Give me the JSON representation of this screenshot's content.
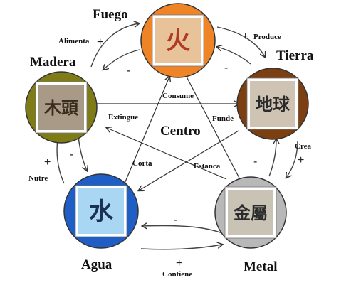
{
  "elements": {
    "fuego": {
      "name": "Fuego",
      "color": "#ef8427",
      "glyph": "火",
      "tile": "#e8c39a",
      "glyph_color": "#b23a22"
    },
    "tierra": {
      "name": "Tierra",
      "color": "#7b3f12",
      "glyph": "地球",
      "tile": "#cfc4b4",
      "glyph_color": "#2b2b2b"
    },
    "metal": {
      "name": "Metal",
      "color": "#b8b8b8",
      "glyph": "金屬",
      "tile": "#c9c3b5",
      "glyph_color": "#2b2b2b"
    },
    "agua": {
      "name": "Agua",
      "color": "#1f5ec4",
      "glyph": "水",
      "tile": "#a9d6f2",
      "glyph_color": "#1c2f55"
    },
    "madera": {
      "name": "Madera",
      "color": "#7f7c18",
      "glyph": "木頭",
      "tile": "#a89a86",
      "glyph_color": "#3a2c1d"
    }
  },
  "center_label": "Centro",
  "cycle": {
    "alimenta": "Alimenta",
    "produce": "Produce",
    "crea": "Crea",
    "contiene": "Contiene",
    "nutre": "Nutre",
    "plus": "+",
    "minus": "-"
  },
  "control": {
    "consume": "Consume",
    "funde": "Funde",
    "estanca": "Estanca",
    "corta": "Corta",
    "extingue": "Extingue"
  }
}
